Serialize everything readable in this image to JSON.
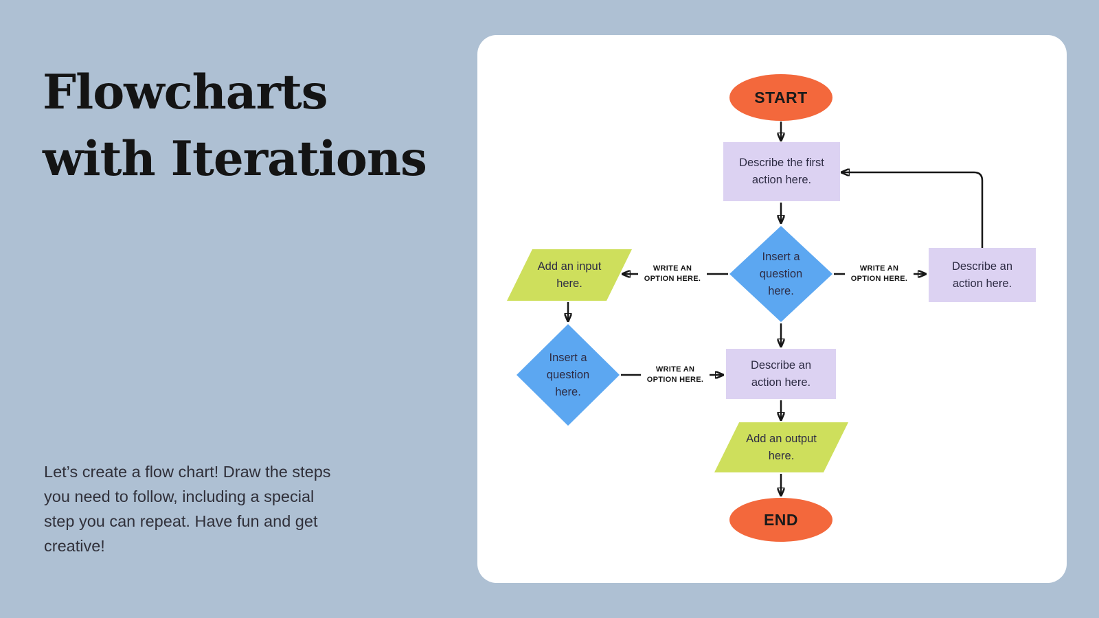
{
  "left_panel": {
    "title_line1": "Flowcharts",
    "title_line2": "with Iterations",
    "description": "Let’s create a flow chart! Draw the steps you need to follow, including a special step you can repeat. Have fun and get creative!"
  },
  "flowchart": {
    "nodes": {
      "start": {
        "label": "START",
        "shape": "ellipse"
      },
      "first_action": {
        "label": "Describe the first action here.",
        "shape": "rectangle"
      },
      "question_main": {
        "label": "Insert a question here.",
        "shape": "diamond"
      },
      "input": {
        "label": "Add an input here.",
        "shape": "parallelogram"
      },
      "question_secondary": {
        "label": "Insert a question here.",
        "shape": "diamond"
      },
      "action_center": {
        "label": "Describe an action here.",
        "shape": "rectangle"
      },
      "action_right": {
        "label": "Describe an action here.",
        "shape": "rectangle"
      },
      "output": {
        "label": "Add an output here.",
        "shape": "parallelogram"
      },
      "end": {
        "label": "END",
        "shape": "ellipse"
      }
    },
    "edge_labels": {
      "left": "WRITE AN OPTION HERE.",
      "right": "WRITE AN OPTION HERE.",
      "bottom": "WRITE AN OPTION HERE."
    },
    "colors": {
      "background": "#aec0d3",
      "card": "#ffffff",
      "terminal": "#f3683c",
      "process": "#dcd2f2",
      "decision": "#5ca7f1",
      "io": "#cedf5c",
      "connector": "#161616"
    }
  }
}
